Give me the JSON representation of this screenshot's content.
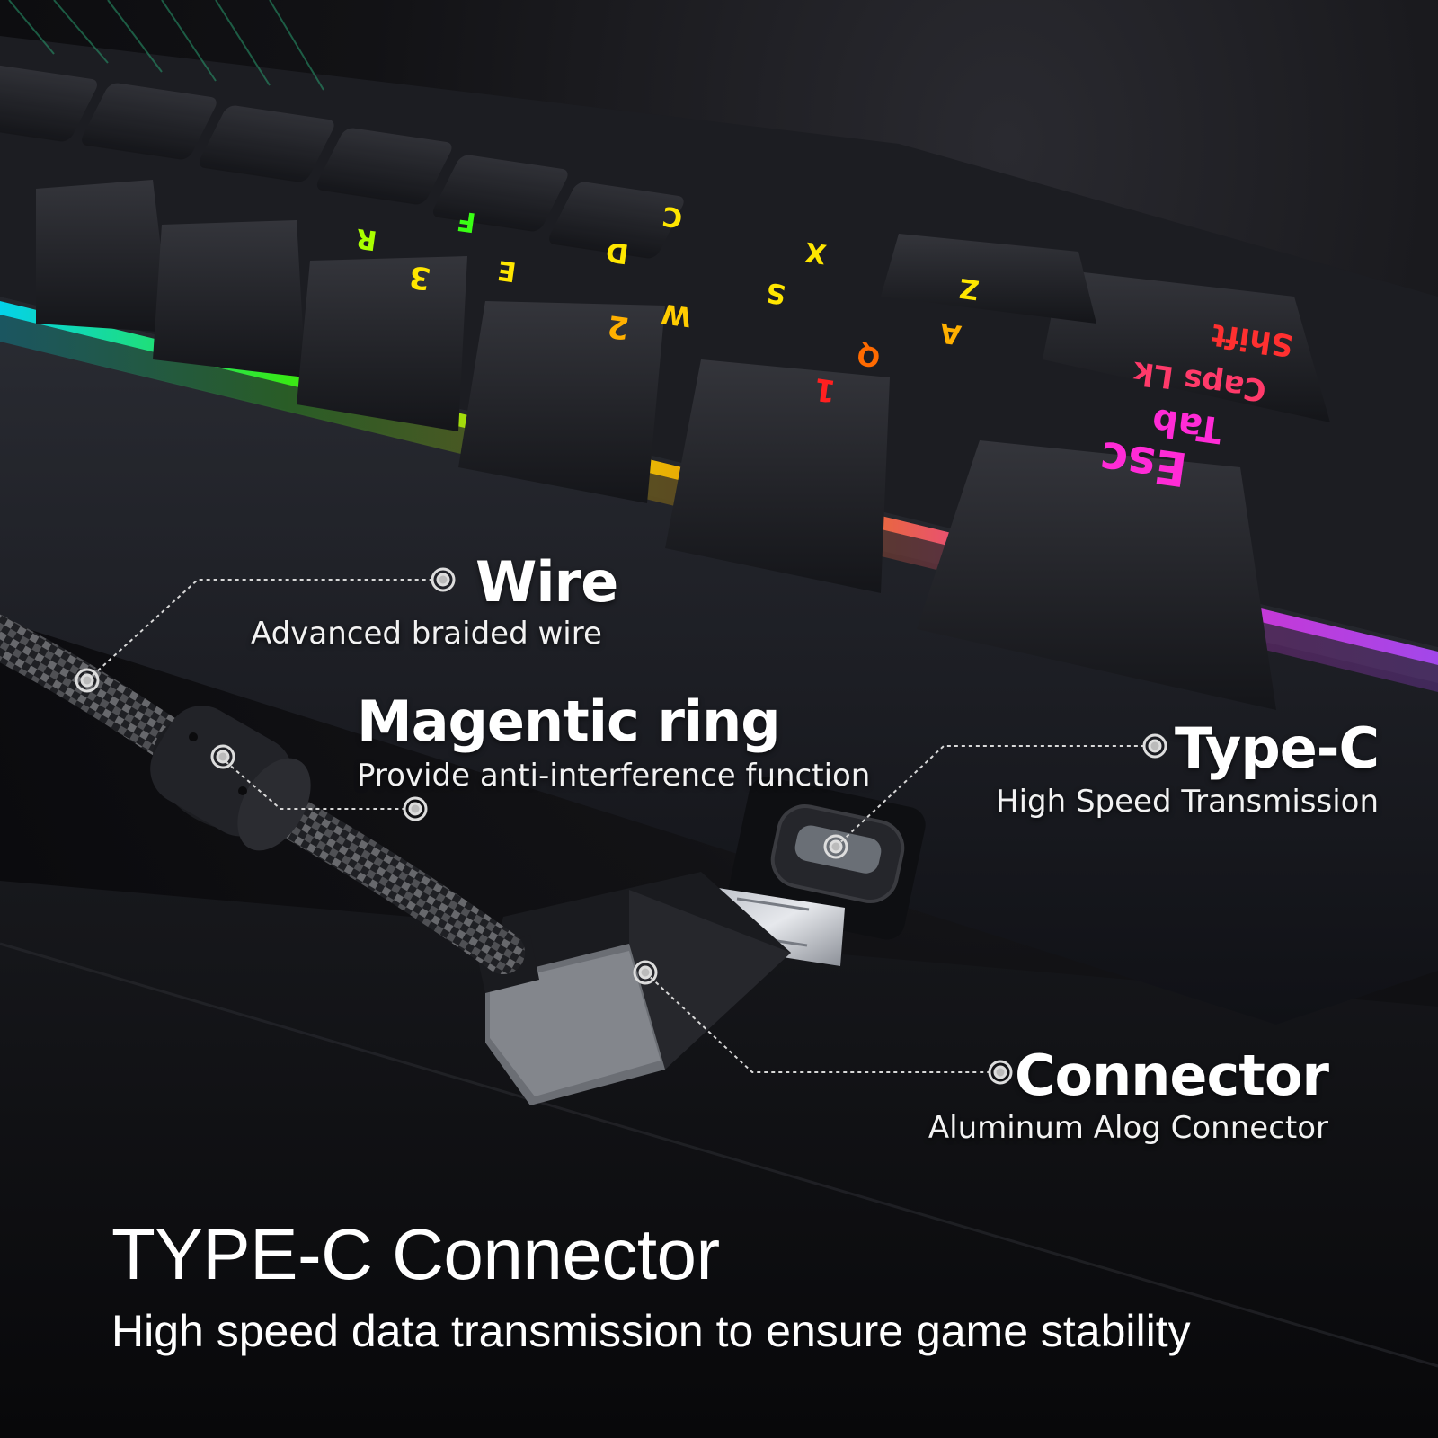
{
  "callouts": {
    "wire": {
      "title": "Wire",
      "subtitle": "Advanced braided wire"
    },
    "magnetic_ring": {
      "title": "Magentic ring",
      "subtitle": "Provide anti-interference function"
    },
    "type_c": {
      "title": "Type-C",
      "subtitle": "High Speed Transmission"
    },
    "connector": {
      "title": "Connector",
      "subtitle": "Aluminum Alog Connector"
    }
  },
  "footer": {
    "headline": "TYPE-C Connector",
    "subline": "High speed data transmission to ensure game stability"
  },
  "keycap_legends": [
    "Esc",
    "Tab",
    "Caps Lk",
    "Shift",
    "1",
    "2",
    "3",
    "Q",
    "W",
    "E",
    "R",
    "A",
    "S",
    "D",
    "F",
    "Z",
    "X",
    "C"
  ],
  "colors": {
    "background": "#0b0b0d",
    "keyboard_body": "#1a1b20",
    "text": "#ffffff",
    "rgb_glow": [
      "#00e5ff",
      "#39ff14",
      "#ffe600",
      "#ff8c00",
      "#ff1e56",
      "#ff2bd6"
    ]
  }
}
